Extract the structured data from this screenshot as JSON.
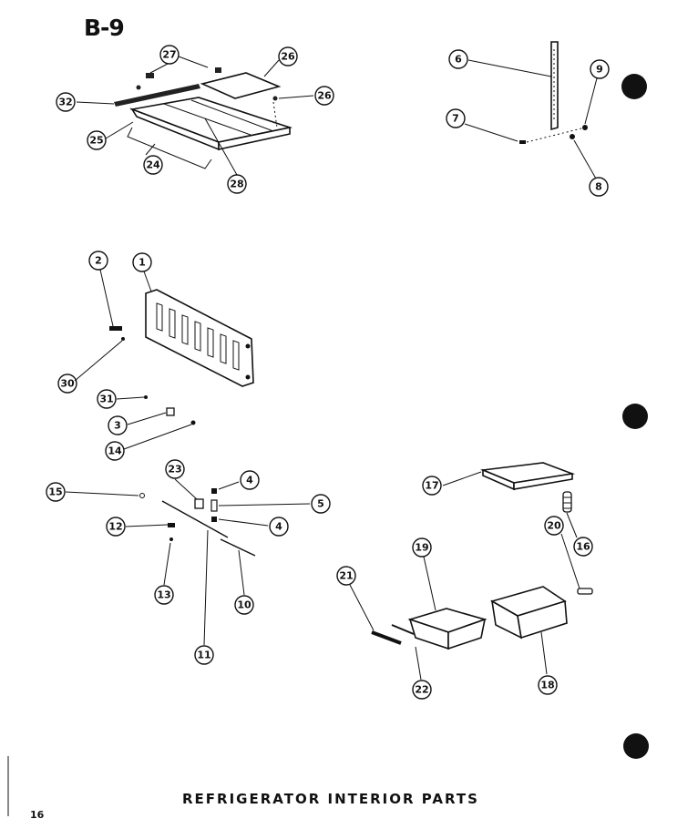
{
  "diagram": {
    "sheet_label": "B-9",
    "caption": "REFRIGERATOR INTERIOR PARTS",
    "page_number": "16",
    "callouts": {
      "c27a": "27",
      "c26a": "26",
      "c32": "32",
      "c26b": "26",
      "c25": "25",
      "c24": "24",
      "c28": "28",
      "c6": "6",
      "c9": "9",
      "c7": "7",
      "c8": "8",
      "c2": "2",
      "c1": "1",
      "c30": "30",
      "c31": "31",
      "c3": "3",
      "c14": "14",
      "c23": "23",
      "c4a": "4",
      "c15": "15",
      "c5": "5",
      "c12": "12",
      "c4b": "4",
      "c13": "13",
      "c10": "10",
      "c11": "11",
      "c17": "17",
      "c20": "20",
      "c16": "16",
      "c19": "19",
      "c21": "21",
      "c22": "22",
      "c18": "18"
    }
  }
}
